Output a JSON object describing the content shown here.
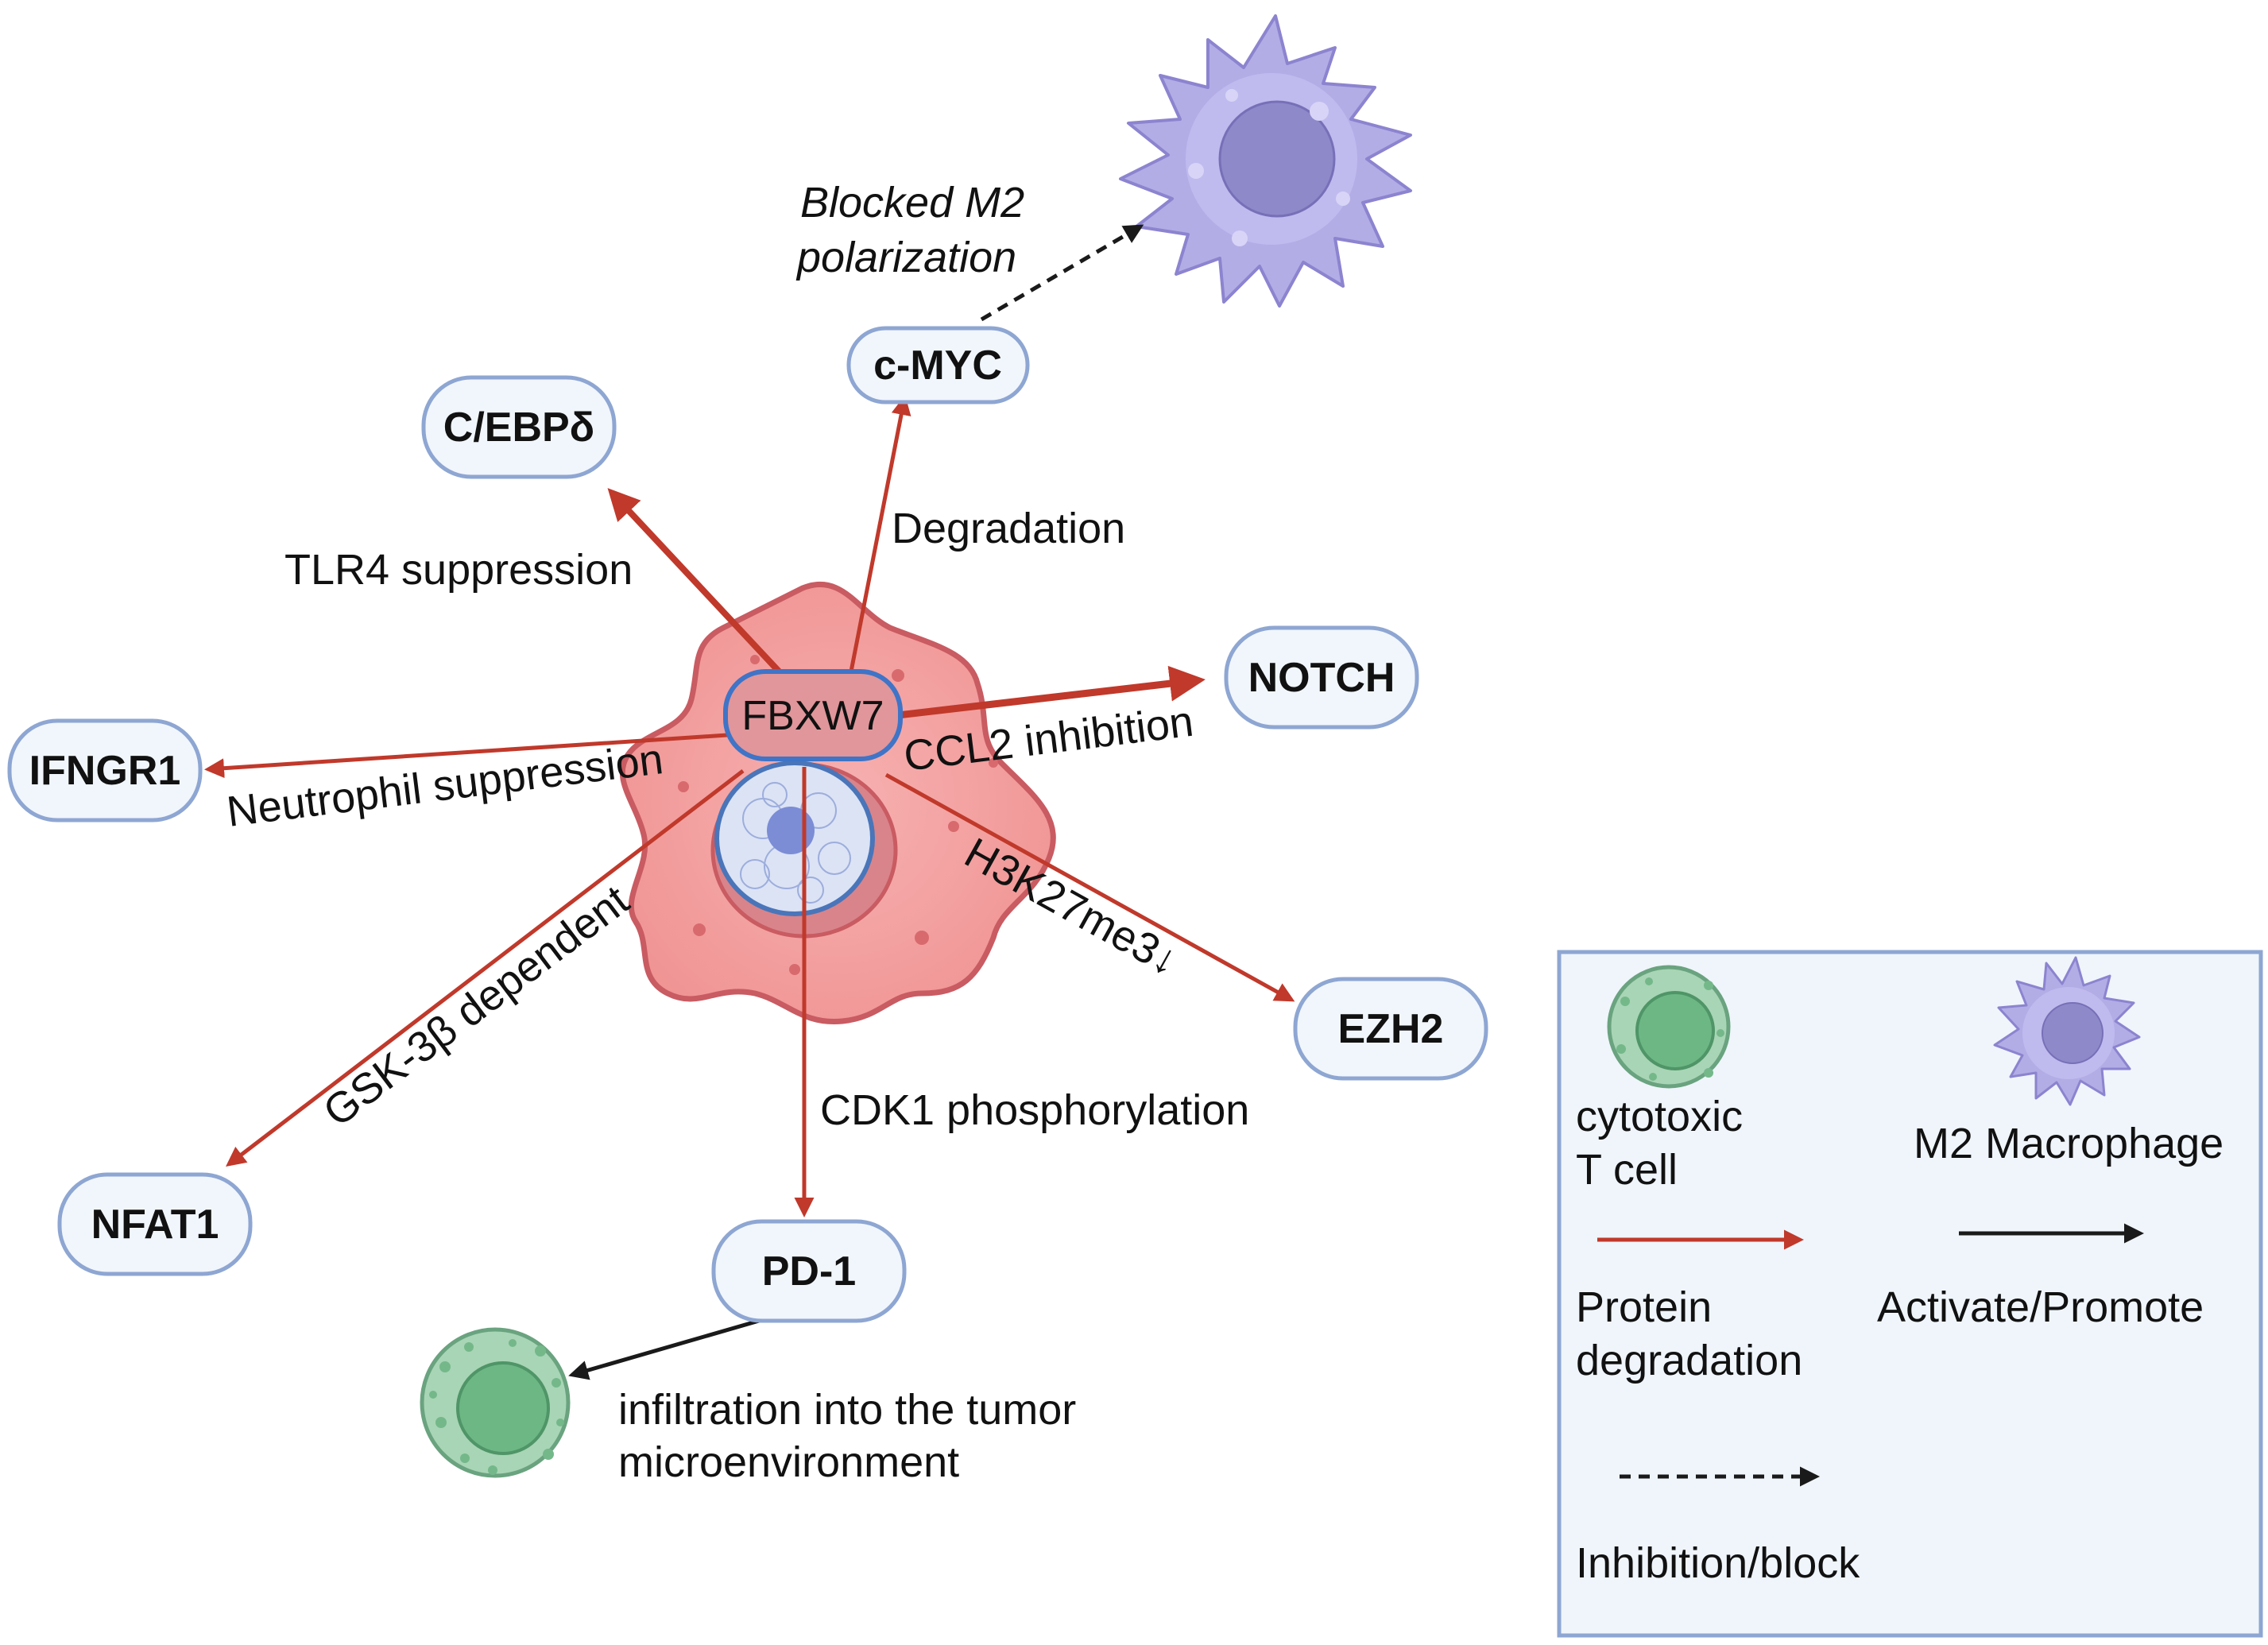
{
  "hub": {
    "label": "FBXW7"
  },
  "targets": {
    "cmyc": "c-MYC",
    "cebpd": "C/EBPδ",
    "notch": "NOTCH",
    "ifngr1": "IFNGR1",
    "ezh2": "EZH2",
    "nfat1": "NFAT1",
    "pd1": "PD-1"
  },
  "edge_labels": {
    "blocked_line1": "Blocked M2",
    "blocked_line2": "polarization",
    "degradation": "Degradation",
    "tlr4": "TLR4 suppression",
    "ccl2": "CCL2 inhibition",
    "neutrophil": "Neutrophil suppression",
    "h3k27": "H3K27me3↓",
    "gsk3b": "GSK-3β dependent",
    "cdk1": "CDK1 phosphorylation",
    "infiltration_line1": "infiltration into the tumor",
    "infiltration_line2": "microenvironment"
  },
  "legend": {
    "tcell_line1": "cytotoxic",
    "tcell_line2": "T cell",
    "macrophage": "M2 Macrophage",
    "protein_line1": "Protein",
    "protein_line2": "degradation",
    "activate": "Activate/Promote",
    "inhibition": "Inhibition/block"
  },
  "colors": {
    "degradation_arrow": "#c0392b",
    "activate_arrow": "#1a1a1a",
    "node_fill": "#f1f6fc",
    "node_stroke": "#8ea6d2",
    "tumor_cell": "#f4a3a3",
    "macrophage": "#b3ade6",
    "t_cell": "#a8d5b5"
  }
}
